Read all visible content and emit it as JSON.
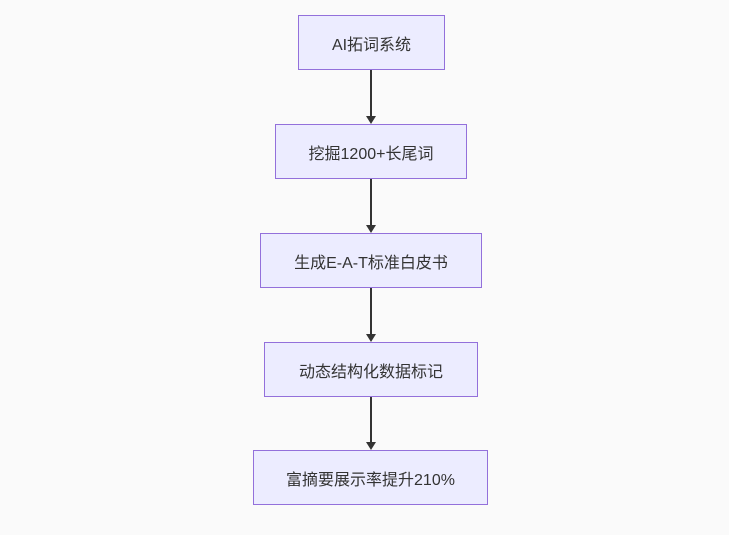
{
  "diagram": {
    "type": "flowchart",
    "direction": "top-down",
    "nodes": [
      {
        "id": "A",
        "label": "AI拓词系统"
      },
      {
        "id": "B",
        "label": "挖掘1200+长尾词"
      },
      {
        "id": "C",
        "label": "生成E-A-T标准白皮书"
      },
      {
        "id": "D",
        "label": "动态结构化数据标记"
      },
      {
        "id": "E",
        "label": "富摘要展示率提升210%"
      }
    ],
    "edges": [
      {
        "from": "A",
        "to": "B",
        "style": "arrow-down"
      },
      {
        "from": "B",
        "to": "C",
        "style": "arrow-down"
      },
      {
        "from": "C",
        "to": "D",
        "style": "arrow-down"
      },
      {
        "from": "D",
        "to": "E",
        "style": "arrow-down"
      }
    ],
    "colors": {
      "background": "#fafafa",
      "node_fill": "#ECECFF",
      "node_border": "#9370DB",
      "edge": "#333333",
      "text": "#333333"
    }
  }
}
